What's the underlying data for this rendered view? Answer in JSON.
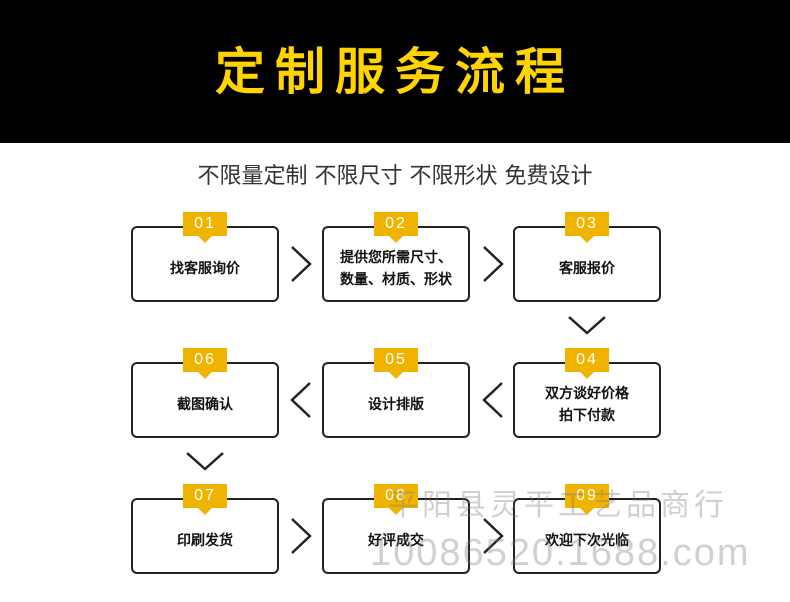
{
  "colors": {
    "accent": "#f0b400",
    "header_bg": "#000000",
    "title": "#ffd400"
  },
  "header": {
    "title": "定制服务流程"
  },
  "subtitle": "不限量定制 不限尺寸 不限形状 免费设计",
  "steps": [
    {
      "num": "01",
      "label": "找客服询价"
    },
    {
      "num": "02",
      "label": "提供您所需尺寸、\n数量、材质、形状"
    },
    {
      "num": "03",
      "label": "客服报价"
    },
    {
      "num": "04",
      "label": "双方谈好价格\n拍下付款"
    },
    {
      "num": "05",
      "label": "设计排版"
    },
    {
      "num": "06",
      "label": "截图确认"
    },
    {
      "num": "07",
      "label": "印刷发货"
    },
    {
      "num": "08",
      "label": "好评成交"
    },
    {
      "num": "09",
      "label": "欢迎下次光临"
    }
  ],
  "watermark": {
    "line1": "平阳县灵平工艺品商行",
    "line2": "10086520.1688.com"
  }
}
